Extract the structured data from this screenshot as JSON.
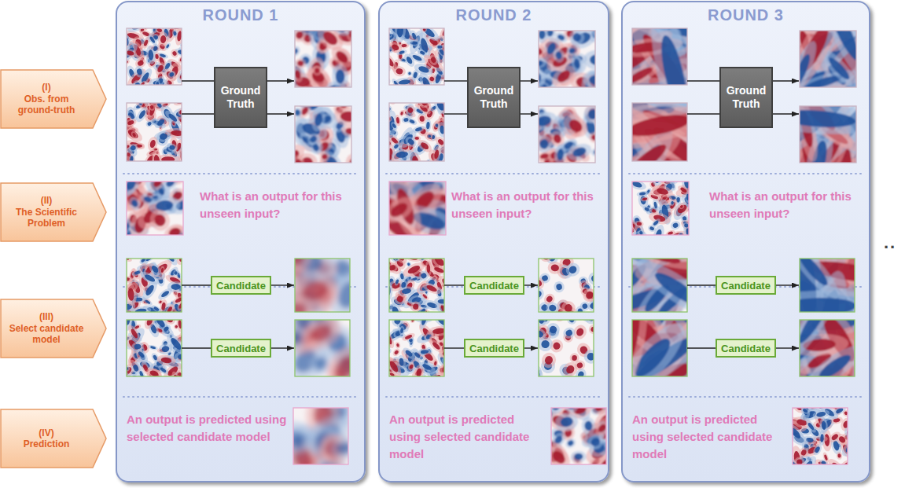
{
  "diagram": {
    "nodes": [
      {
        "text": [
          "(I)",
          "Obs. from ground-truth"
        ]
      },
      {
        "text": [
          "(II)",
          "The Scientific Problem"
        ]
      },
      {
        "text": [
          "(III)",
          "Select candidate model"
        ]
      },
      {
        "text": [
          "(IV)",
          "Prediction"
        ]
      },
      {
        "text": [
          "ROUND 1",
          "What is an output for this unseen input?",
          "An output is predicted using selected candidate model"
        ]
      },
      {
        "text": [
          "Ground Truth"
        ],
        "in": 4
      },
      {
        "text": [
          "Candidate"
        ],
        "in": 4
      },
      {
        "text": [
          "Candidate"
        ],
        "in": 4
      },
      {
        "text": [
          "ROUND 2",
          "What is an output for this unseen input?",
          "An output is predicted using selected candidate model"
        ]
      },
      {
        "text": [
          "Ground Truth"
        ],
        "in": 8
      },
      {
        "text": [
          "Candidate"
        ],
        "in": 8
      },
      {
        "text": [
          "Candidate"
        ],
        "in": 8
      },
      {
        "text": [
          "ROUND 3",
          "What is an output for this unseen input?",
          "An output is predicted using selected candidate model"
        ]
      },
      {
        "text": [
          "Ground Truth"
        ],
        "in": 12
      },
      {
        "text": [
          "Candidate"
        ],
        "in": 12
      },
      {
        "text": [
          "Candidate"
        ],
        "in": 12
      }
    ],
    "labels": [
      ".."
    ]
  }
}
